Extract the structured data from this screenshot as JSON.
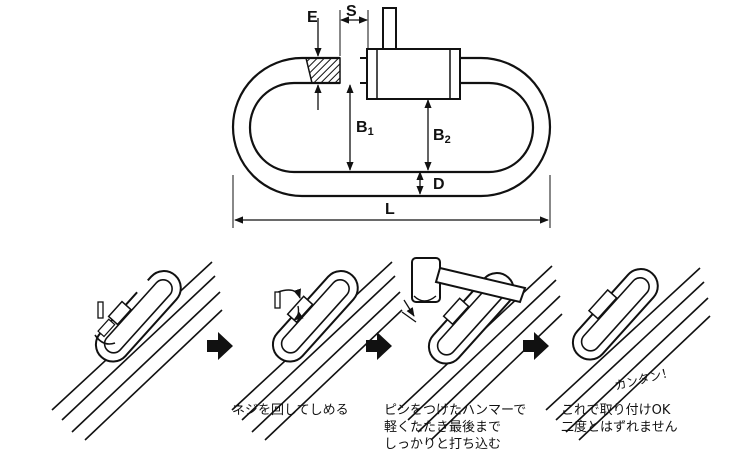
{
  "dimensions": {
    "E": "E",
    "S": "S",
    "B1": "B1",
    "B2": "B2",
    "D": "D",
    "L": "L"
  },
  "steps": [
    {
      "caption_lines": [
        "ネジを回してしめる"
      ]
    },
    {
      "caption_lines": [
        "ピンをつけたハンマーで",
        "軽くたたき最後まで",
        "しっかりと打ち込む"
      ]
    },
    {
      "caption_lines": [
        "これで取り付けOK",
        "二度とはずれません"
      ]
    }
  ],
  "exclaim": "カンタン！"
}
